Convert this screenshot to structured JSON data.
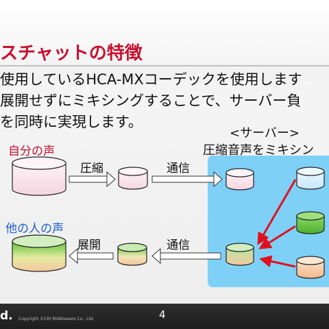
{
  "slide": {
    "title": "スチャットの特徴",
    "body_lines": [
      "使用しているHCA-MXコーデックを使用します",
      "展開せずにミキシングすることで、サーバー負",
      "を同時に実現します。"
    ]
  },
  "diagram": {
    "server_title": "<サーバー>",
    "server_subtitle": "圧縮音声をミキシン",
    "own_voice_label": "自分の声",
    "compress_label": "圧縮",
    "comm_label_top": "通信",
    "other_voice_label": "他の人の声",
    "expand_label": "展開",
    "comm_label_bottom": "通信",
    "colors": {
      "own_voice": "#c8102e",
      "other_voice": "#1a5fd6",
      "server_bg": "#7ed0f7",
      "mix_arrow": "#e0101e"
    }
  },
  "footer": {
    "brand": "d.",
    "copyright": "Copyright ©CRI Middleware Co., Ltd.",
    "page_number": "4"
  }
}
